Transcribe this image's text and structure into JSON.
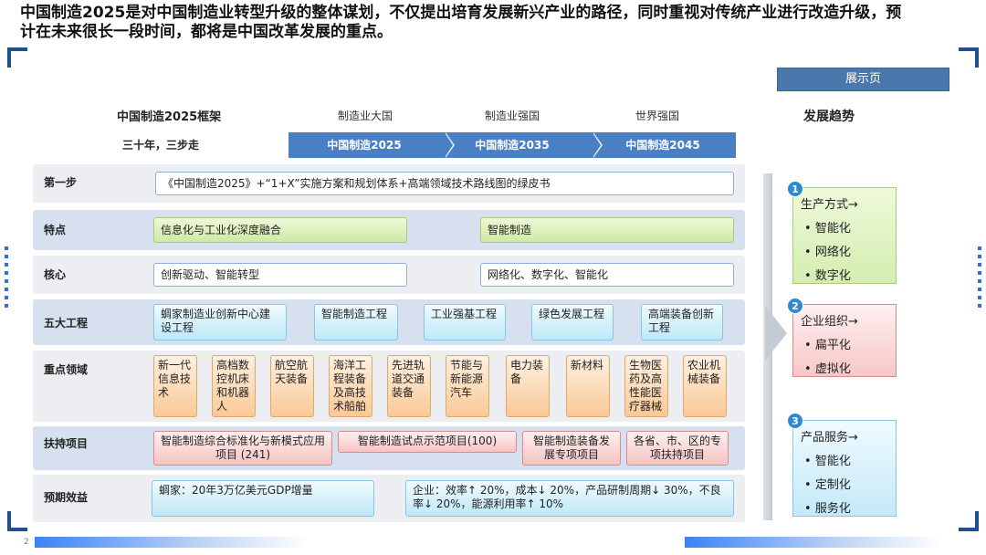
{
  "headline": "中国制造2025是对中国制造业转型升级的整体谋划，不仅提出培育发展新兴产业的路径，同时重视对传统产业进行改造升级，预计在未来很长一段时间，都将是中国改革发展的重点。",
  "show_button": "展示页",
  "framework_title": "中国制造2025框架",
  "trend_title": "发展趋势",
  "three_steps": "三十年，三步走",
  "eras": [
    "制造业大国",
    "制造业强国",
    "世界强国"
  ],
  "stages": [
    "中国制造2025",
    "中国制造2035",
    "中国制造2045"
  ],
  "rows": {
    "step1": {
      "label": "第一步",
      "items": [
        "《中国制造2025》+“1+X”实施方案和规划体系+高端领域技术路线图的绿皮书"
      ]
    },
    "features": {
      "label": "特点",
      "items": [
        "信息化与工业化深度融合",
        "智能制造"
      ]
    },
    "core": {
      "label": "核心",
      "items": [
        "创新驱动、智能转型",
        "网络化、数字化、智能化"
      ]
    },
    "projects": {
      "label": "五大工程",
      "items": [
        "蜩家制造业创新中心建设工程",
        "智能制造工程",
        "工业强基工程",
        "绿色发展工程",
        "高端装备创新工程"
      ]
    },
    "fields": {
      "label": "重点领域",
      "items": [
        "新一代信息技术",
        "高档数控机床和机器人",
        "航空航天装备",
        "海洋工程装备及高技术船舶",
        "先进轨道交通装备",
        "节能与新能源汽车",
        "电力装备",
        "新材料",
        "生物医药及高性能医疗器械",
        "农业机械装备"
      ]
    },
    "support": {
      "label": "扶持项目",
      "items": [
        "智能制造综合标准化与新模式应用项目 (241)",
        "智能制造试点示范项目(100)",
        "智能制造装备发展专项项目",
        "各省、市、区的专项扶持项目"
      ]
    },
    "benefits": {
      "label": "预期效益",
      "items": [
        "蜩家：20年3万亿美元GDP增量",
        "企业：效率↑ 20%，成本↓ 20%，产品研制周期↓ 30%，不良率↓ 20%，能源利用率↑ 10%"
      ]
    }
  },
  "trends": [
    {
      "num": "1",
      "title": "生产方式→",
      "bullets": [
        "智能化",
        "网络化",
        "数字化"
      ]
    },
    {
      "num": "2",
      "title": "企业组织→",
      "bullets": [
        "扁平化",
        "虚拟化"
      ]
    },
    {
      "num": "3",
      "title": "产品服务→",
      "bullets": [
        "智能化",
        "定制化",
        "服务化"
      ]
    }
  ],
  "page_number": "2"
}
